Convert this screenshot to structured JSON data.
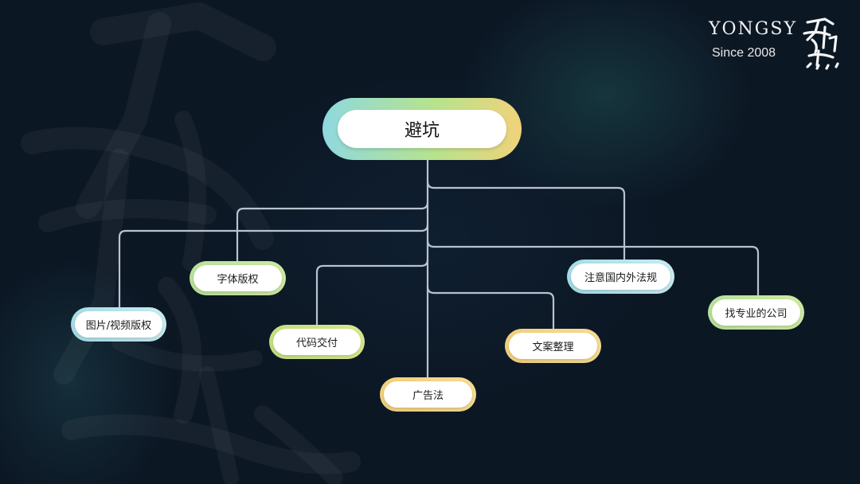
{
  "brand": {
    "name": "YONGSY",
    "since": "Since 2008"
  },
  "root": {
    "label": "避坑"
  },
  "nodes": [
    {
      "id": "image-video",
      "label": "图片/视频版权",
      "theme": "g-cyan"
    },
    {
      "id": "font",
      "label": "字体版权",
      "theme": "g-green"
    },
    {
      "id": "code",
      "label": "代码交付",
      "theme": "g-lime"
    },
    {
      "id": "ad-law",
      "label": "广告法",
      "theme": "g-yellow"
    },
    {
      "id": "copywriting",
      "label": "文案整理",
      "theme": "g-yellow"
    },
    {
      "id": "regulations",
      "label": "注意国内外法规",
      "theme": "g-cyan"
    },
    {
      "id": "professional",
      "label": "找专业的公司",
      "theme": "g-green"
    }
  ]
}
